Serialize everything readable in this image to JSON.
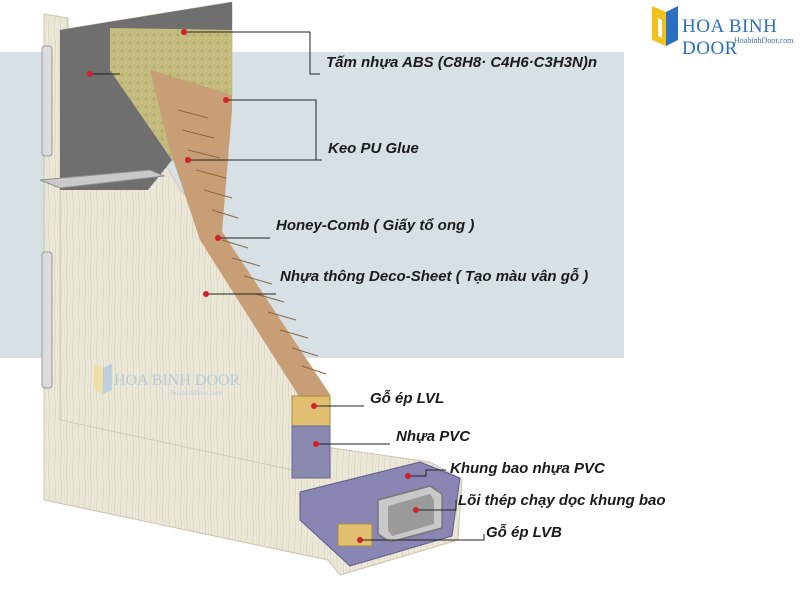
{
  "brand": {
    "name": "HOA BINH DOOR",
    "website": "HoabinhDoor.com"
  },
  "colors": {
    "backdrop": "#d6e0e5",
    "frame_pvc": "#e8e5d5",
    "wood_grain": "#ece9da",
    "abs_sheet": "#6f6f6f",
    "pvc_core": "#8a8ab0",
    "honeycomb": "#c89e76",
    "lvl_wood": "#e0c070",
    "steel": "#c9c9c9",
    "marker": "#d21f2a",
    "leader": "#222222",
    "brand_blue": "#2a6fc0"
  },
  "labels": [
    {
      "id": "abs",
      "text": "Tấm nhựa ABS (C8H8· C4H6·C3H3N)n"
    },
    {
      "id": "pu_glue",
      "text": "Keo PU Glue"
    },
    {
      "id": "honeycomb",
      "text": "Honey-Comb ( Giấy tổ ong )"
    },
    {
      "id": "deco_sheet",
      "text": "Nhựa thông Deco-Sheet ( Tạo màu vân gỗ )"
    },
    {
      "id": "lvl",
      "text": "Gỗ ép LVL"
    },
    {
      "id": "pvc",
      "text": "Nhựa PVC"
    },
    {
      "id": "frame",
      "text": "Khung bao nhựa PVC"
    },
    {
      "id": "steel_core",
      "text": "Lõi thép chạy dọc khung bao"
    },
    {
      "id": "lvb",
      "text": "Gỗ ép LVB"
    }
  ]
}
